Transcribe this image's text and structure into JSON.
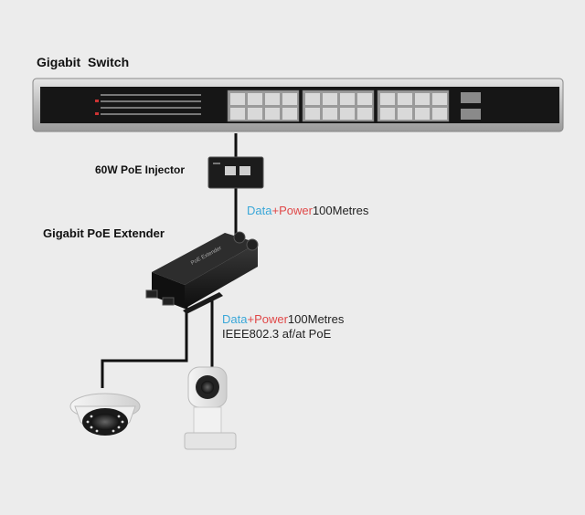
{
  "labels": {
    "switch": "Gigabit  Switch",
    "injector": "60W PoE Injector",
    "extender": "Gigabit PoE Extender"
  },
  "link1": {
    "data": "Data",
    "plus": "+",
    "power": "Power",
    "distance": "100Metres"
  },
  "link2": {
    "data": "Data",
    "plus": "+",
    "power": "Power",
    "distance": "100Metres",
    "standard": "IEEE802.3 af/at PoE"
  },
  "colors": {
    "data": "#3aa7d8",
    "power": "#e04848",
    "device": "#1b1b1b",
    "chassis": "#c9c9c9"
  }
}
